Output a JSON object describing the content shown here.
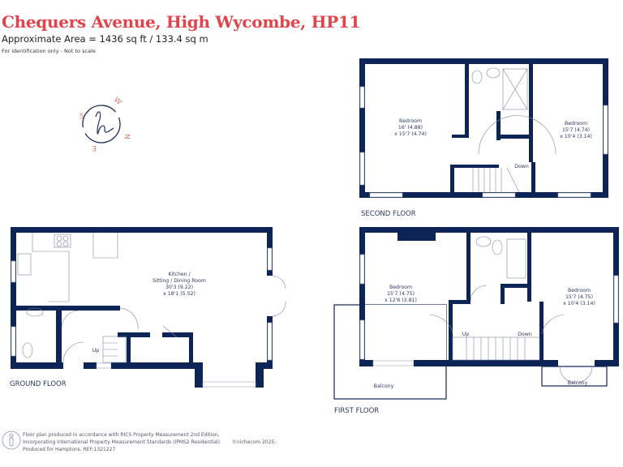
{
  "header": {
    "title": "Chequers Avenue, High Wycombe, HP11",
    "area": "Approximate Area = 1436 sq ft / 133.4 sq m",
    "note": "For identification only - Not to scale"
  },
  "compass": {
    "letters": [
      "S",
      "W",
      "N",
      "E"
    ],
    "logo": "h"
  },
  "floors": {
    "second": {
      "label": "SECOND FLOOR",
      "rooms": [
        {
          "name": "Bedroom",
          "dim1": "16' (4.88)",
          "dim2": "x 15'7 (4.74)"
        },
        {
          "name": "Bedroom",
          "dim1": "15'7 (4.74)",
          "dim2": "x 10'4 (3.14)"
        }
      ],
      "stairs": "Down"
    },
    "ground": {
      "label": "GROUND FLOOR",
      "rooms": [
        {
          "name": "Kitchen /",
          "dim0": "Sitting / Dining Room",
          "dim1": "30'3 (9.22)",
          "dim2": "x 18'1 (5.52)"
        }
      ],
      "stairs": "Up"
    },
    "first": {
      "label": "FIRST FLOOR",
      "rooms": [
        {
          "name": "Bedroom",
          "dim1": "15'7 (4.75)",
          "dim2": "x 12'6 (3.81)"
        },
        {
          "name": "Bedroom",
          "dim1": "15'7 (4.75)",
          "dim2": "x 10'4 (3.14)"
        }
      ],
      "balconies": [
        "Balcony",
        "Balcony"
      ],
      "stairs_up": "Up",
      "stairs_down": "Down"
    }
  },
  "footer": {
    "line1": "Floor plan produced in accordance with RICS Property Measurement 2nd Edition,",
    "line2": "Incorporating International Property Measurement Standards (IPMS2 Residential).",
    "brand": "©nichecom  2025.",
    "line3": "Produced for Hamptons.   REF:1321227"
  },
  "colors": {
    "title": "#e1454b",
    "walls": "#0d2556",
    "compass": "#e07a73"
  }
}
